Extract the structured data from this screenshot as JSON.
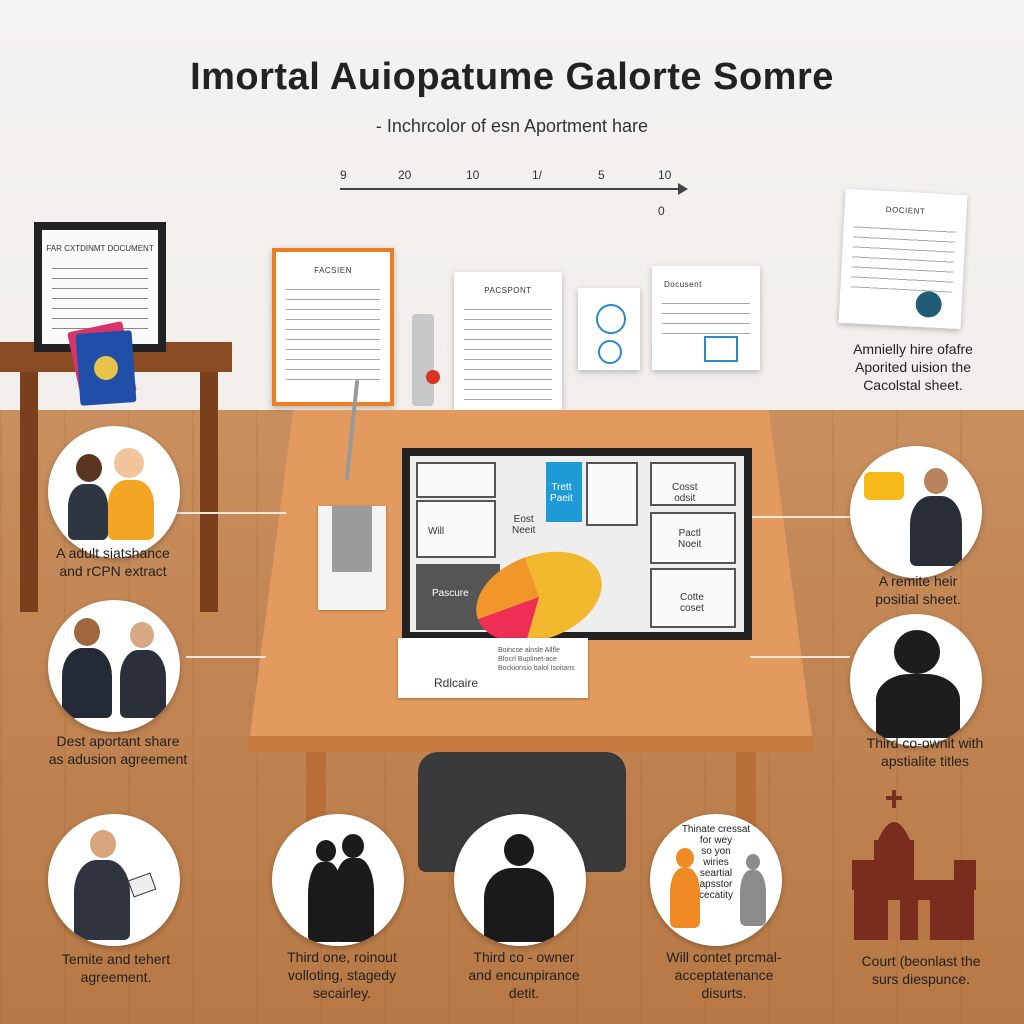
{
  "header": {
    "title": "Imortal Auiopatume Galorte Somre",
    "subtitle": "-  Inchrcolor of esn Aportment hare"
  },
  "ruler": {
    "ticks": [
      "9",
      "20",
      "10",
      "1/",
      "5",
      "10"
    ],
    "end_label": "0"
  },
  "wall": {
    "frame_doc_title": "FAR CXTDINMT DOCUMENT",
    "doc1_title": "FACSIEN",
    "doc2_title": "PACSPONT",
    "doc4_title": "Docusent",
    "doc5_title": "DOCIENT",
    "right_sign": "Amnielly hire ofafre\nAporited uision the\nCacolstal sheet."
  },
  "plan": {
    "room_labels": [
      "Will",
      "Eost\nNeeit",
      "Trett\nPaeit",
      "Cosst\nodsit",
      "Pactl\nNoeit",
      "Cotte\ncoset",
      "Pascure"
    ]
  },
  "desk": {
    "note_label": "Rdlcaire",
    "note_text": "Boincse alnsle Allfle\nBfocrl Buplinet-ace\nBockionsio balol Isoitans"
  },
  "captions": {
    "left1": "A adult siatshance\nand rCPN extract",
    "left2": "Dest aportant share\nas adusion agreement",
    "right1": "A remite heir\npositial sheet.",
    "right2": "Third co-ownit with\napstialite titles",
    "bottom1": "Temite and tehert\nagreement.",
    "bottom2": "Third one, roinout\nvolloting, stagedy\nsecairley.",
    "bottom3": "Third co - owner\nand encunpirance\ndetit.",
    "bottom4": "Will contet prcmal-\nacceptatenance\ndisurts.",
    "bottom5": "Court (beonlast the\nsurs diespunce."
  },
  "bubble_text": "Thinate cressat\nfor wey\nso yon\nwiries\nseartial\napsstor\ncecatity",
  "colors": {
    "accent_orange": "#ef7d22",
    "accent_blue": "#1e9ad6",
    "accent_yellow": "#f2b82e",
    "accent_red": "#ef2e55",
    "church_brown": "#7a2d1e"
  }
}
